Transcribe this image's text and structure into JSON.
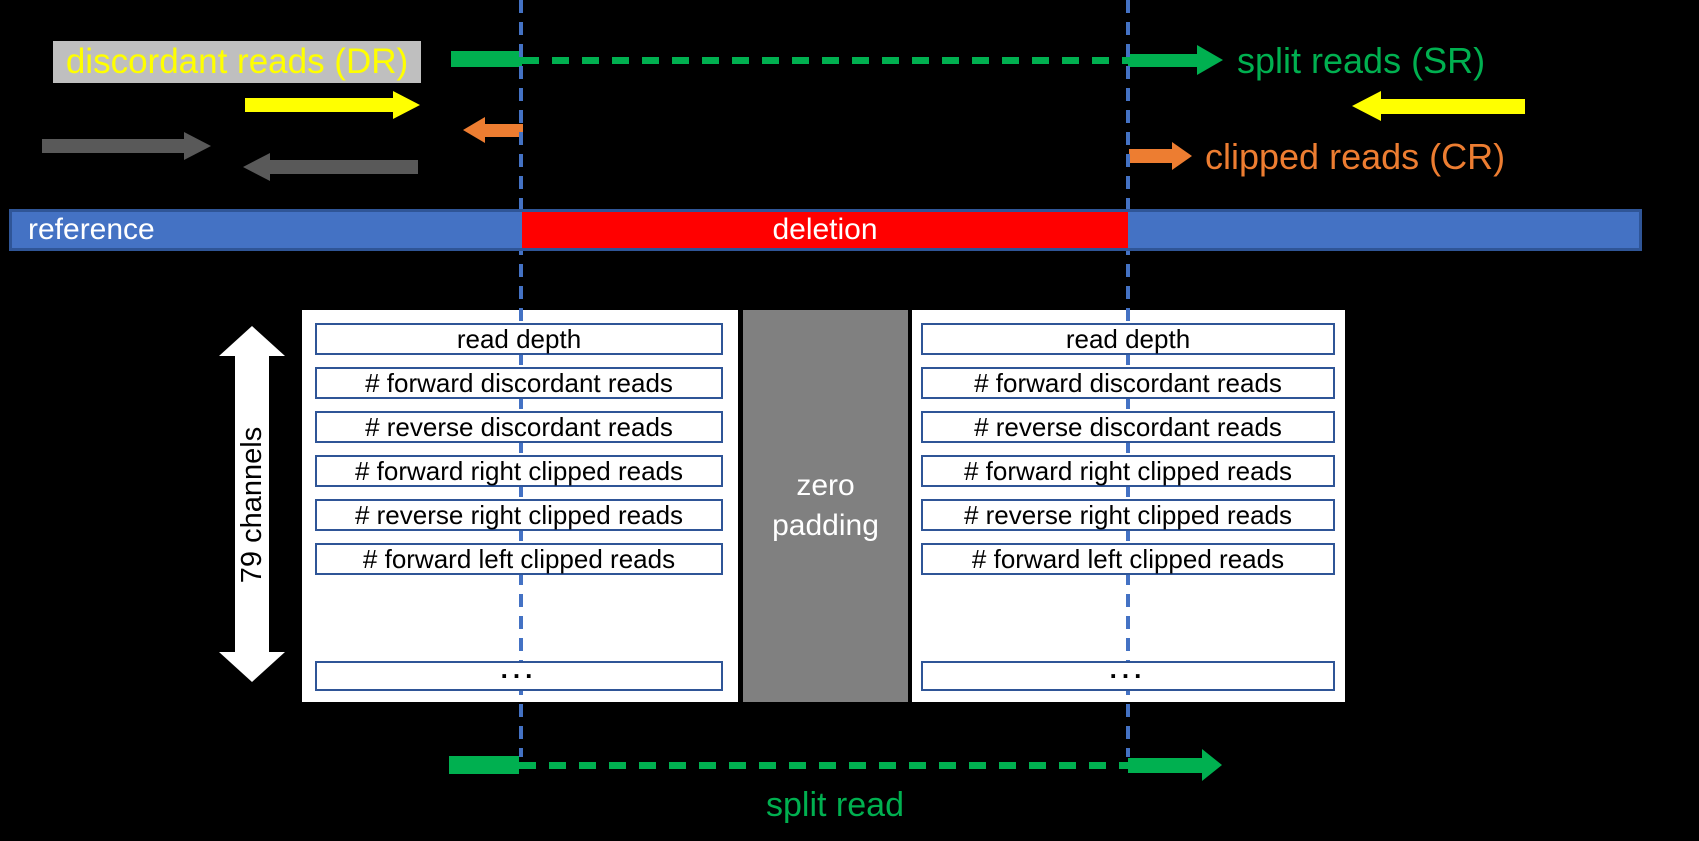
{
  "legend": {
    "discordant_reads": "discordant reads (DR)",
    "split_reads": "split reads (SR)",
    "clipped_reads": "clipped reads (CR)"
  },
  "reference_track": {
    "reference_label": "reference",
    "deletion_label": "deletion"
  },
  "matrix": {
    "channels_axis_label": "79 channels",
    "zero_padding": {
      "line1": "zero",
      "line2": "padding"
    },
    "rows": [
      "read depth",
      "# forward discordant reads",
      "# reverse discordant reads",
      "# forward right clipped reads",
      "# reverse right clipped reads",
      "# forward left clipped reads",
      "..."
    ]
  },
  "bottom": {
    "split_read_label": "split read"
  },
  "icons": {
    "forward_read_arrow": "right-arrow",
    "reverse_read_arrow": "left-arrow",
    "split_read_segment": "green-bar-with-dashed-extension",
    "channels_axis_arrow": "vertical-double-arrow"
  },
  "colors": {
    "background": "#000000",
    "split_read_green": "#00B050",
    "discordant_yellow": "#FFFF00",
    "clipped_orange": "#ED7D31",
    "normal_read_gray": "#595959",
    "label_box_gray": "#BFBFBF",
    "reference_blue": "#4472C4",
    "reference_border_blue": "#2F5597",
    "deletion_red": "#FF0000",
    "breakpoint_dash_blue": "#4472C4",
    "row_border_blue": "#2F5597",
    "zero_padding_gray": "#808080"
  }
}
